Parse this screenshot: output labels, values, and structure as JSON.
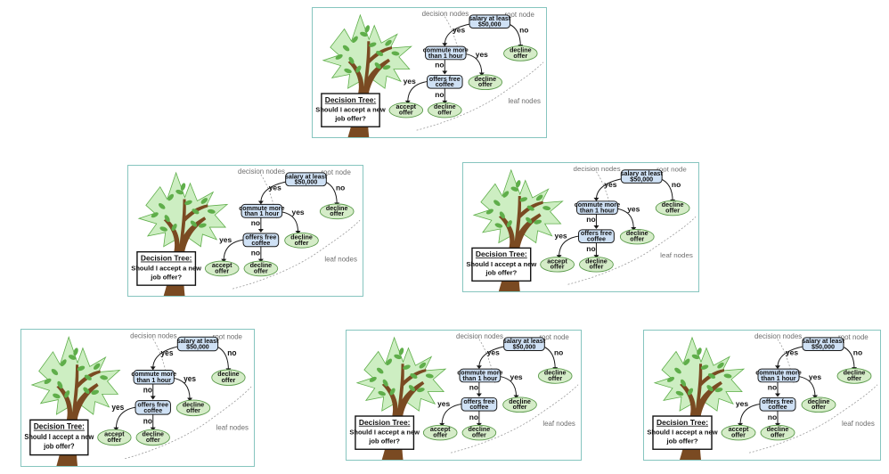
{
  "diagram": {
    "title_line1": "Decision Tree:",
    "title_line2": "Should I accept a new",
    "title_line3": "job offer?",
    "annotations": {
      "decision_nodes": "decision nodes",
      "root_node": "root node",
      "leaf_nodes": "leaf nodes"
    },
    "nodes": {
      "root": {
        "line1": "salary at least",
        "line2": "$50,000"
      },
      "commute": {
        "line1": "commute more",
        "line2": "than 1 hour"
      },
      "coffee": {
        "line1": "offers free",
        "line2": "coffee"
      },
      "decline1": {
        "line1": "decline",
        "line2": "offer"
      },
      "decline2": {
        "line1": "decline",
        "line2": "offer"
      },
      "accept": {
        "line1": "accept",
        "line2": "offer"
      },
      "decline3": {
        "line1": "decline",
        "line2": "offer"
      }
    },
    "edges": {
      "root_yes": "yes",
      "root_no": "no",
      "commute_yes": "yes",
      "commute_no": "no",
      "coffee_yes": "yes",
      "coffee_no": "no"
    },
    "colors": {
      "decision_fill": "#cfe1f5",
      "decision_stroke": "#1a1a1a",
      "leaf_fill": "#d5ecc8",
      "leaf_stroke": "#5a9a4a",
      "trunk": "#7a4a22",
      "leaf_light": "#cdeec2",
      "leaf_dark": "#5fae4a",
      "panel_border": "#86c5bf"
    }
  }
}
